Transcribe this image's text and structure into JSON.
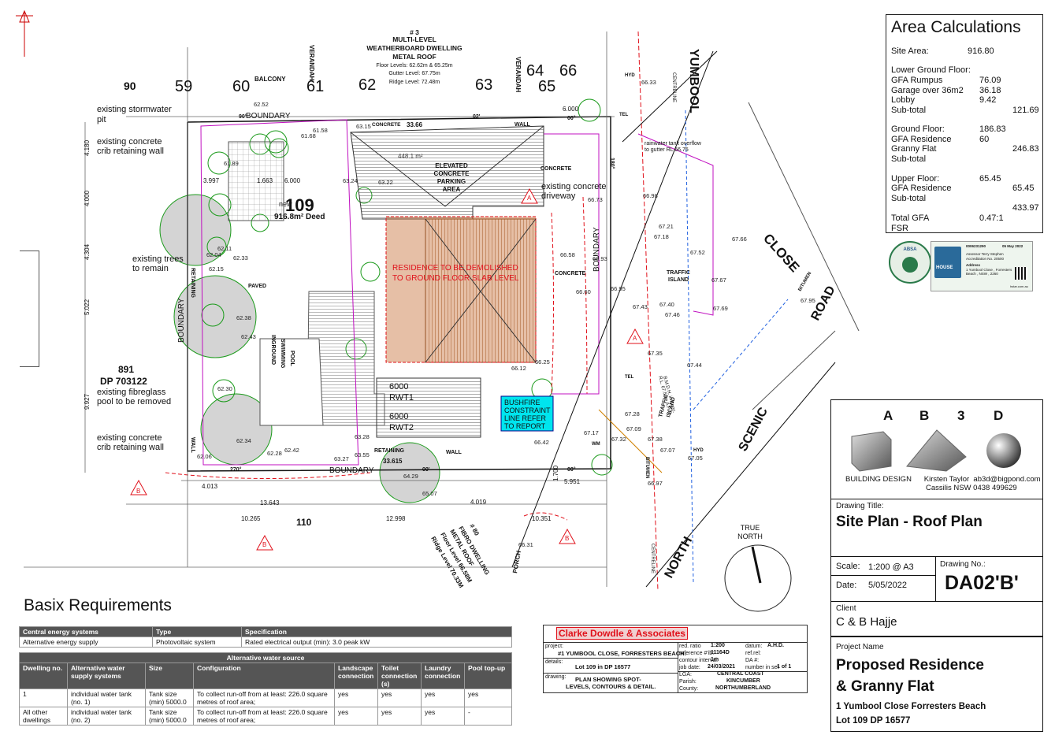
{
  "colors": {
    "demolish": "#c8703a",
    "bushfire": "#00e5ee",
    "accent_red": "#e0101a",
    "tree": "#1a9a1a"
  },
  "plan": {
    "lot_number": "109",
    "lot_deed": "916.8m² Deed",
    "new_label": "new",
    "lot_neighbour": "891",
    "dp_neighbour": "DP 703122",
    "lot_59": "59",
    "lot_60": "60",
    "lot_61": "61",
    "lot_62": "62",
    "lot_63": "63",
    "lot_64": "64",
    "lot_65": "65",
    "lot_66": "66",
    "lot_90": "90",
    "lot_110": "110",
    "neighbour_title": [
      "# 3",
      "MULTI-LEVEL",
      "WEATHERBOARD DWELLING",
      "METAL ROOF"
    ],
    "neighbour_levels": [
      "Floor Levels: 62.62m & 65.25m",
      "Gutter Level: 67.75m",
      "Ridge Level: 72.48m"
    ],
    "balcony": "BALCONY",
    "verandah": "VERANDAH",
    "boundary": "BOUNDARY",
    "concrete": "CONCRETE",
    "elevated_parking": [
      "ELEVATED",
      "CONCRETE",
      "PARKING",
      "AREA"
    ],
    "area_448": "448.1 m²",
    "demolish_note": [
      "RESIDENCE TO BE DEMOLISHED",
      "TO GROUND FLOOR SLAB LEVEL"
    ],
    "paved": "PAVED",
    "pool": [
      "INGROUND",
      "SWIMMING",
      "POOL"
    ],
    "retaining": "RETAINING",
    "wall": "WALL",
    "rwt1": [
      "6000",
      "RWT1"
    ],
    "rwt2": [
      "6000",
      "RWT2"
    ],
    "bushfire_note": [
      "BUSHFIRE",
      "CONSTRAINT",
      "LINE REFER",
      "TO REPORT"
    ],
    "notes": {
      "stormwater": [
        "existing stormwater",
        "pit"
      ],
      "crib_top": [
        "existing concrete",
        "crib retaining wall"
      ],
      "trees": [
        "existing trees",
        "to remain"
      ],
      "fibreglass": [
        "existing fibreglass",
        "pool to be removed"
      ],
      "crib_bottom": [
        "existing concrete",
        "crib retaining wall"
      ],
      "driveway": [
        "existing concrete",
        "driveway"
      ],
      "rainwater": [
        "rainwater tank overflow",
        "to gutter RL 66.75"
      ]
    },
    "traffic_island": [
      "TRAFFIC",
      "ISLAND"
    ],
    "traffic_island2": [
      "TRAFFIC",
      "ISLAND"
    ],
    "road_yumbool": "YUMBOOL",
    "road_close": "CLOSE",
    "road_road": "ROAD",
    "road_scenic": "SCENIC",
    "road_north": "NORTH",
    "centreline": "CENTRELINE",
    "bitumen": "BITUMEN",
    "hyd": "HYD",
    "tel": "TEL",
    "wm": "WM",
    "fibro_note": [
      "# 80",
      "FIBRO DWELLING",
      "METAL ROOF",
      "Floor Level 66.58M",
      "Ridge Level 70.33M"
    ],
    "porch": "PORCH",
    "true_north": [
      "TRUE",
      "NORTH"
    ],
    "dims": [
      "4.180",
      "4.000",
      "4.304",
      "5.022",
      "9.927",
      "3.997",
      "1.663",
      "6.000",
      "4.013",
      "13.643",
      "10.265",
      "12.998",
      "10.351",
      "4.019",
      "5.951",
      "1.700",
      "33.615",
      "33.66",
      "6.000"
    ],
    "levels": [
      "62.52",
      "61.58",
      "61.68",
      "61.89",
      "62.04",
      "62.11",
      "62.15",
      "62.33",
      "62.38",
      "62.43",
      "62.30",
      "62.06",
      "62.34",
      "62.28",
      "62.42",
      "63.27",
      "63.15",
      "63.22",
      "63.24",
      "63.28",
      "63.55",
      "64.29",
      "65.07",
      "66.12",
      "66.25",
      "66.33",
      "66.58",
      "66.60",
      "66.73",
      "66.98",
      "67.17",
      "67.18",
      "67.21",
      "67.52",
      "67.67",
      "67.66",
      "67.95",
      "67.40",
      "67.46",
      "67.69",
      "67.35",
      "67.44",
      "67.28",
      "67.07",
      "67.05",
      "66.97",
      "66.42",
      "66.31",
      "66.93",
      "66.95",
      "67.43",
      "67.32",
      "67.09",
      "67.38"
    ],
    "bearings": [
      "90°",
      "00°",
      "00'",
      "270°",
      "02'",
      "180°",
      "00°"
    ],
    "bm_note": [
      "B.M.D.H. in Conc.",
      "R.L. 67.58m A.H.D."
    ],
    "section_a": "A",
    "section_b": "B"
  },
  "area_calc": {
    "title": "Area Calculations",
    "site_area_label": "Site Area:",
    "site_area": "916.80",
    "lower_label": "Lower Ground Floor:",
    "gfa_rumpus_label": "GFA Rumpus",
    "gfa_rumpus": "76.09",
    "garage_label": "Garage over 36m2",
    "garage": "36.18",
    "lobby_label": "Lobby",
    "lobby": "9.42",
    "subtotal_label": "Sub-total",
    "lower_subtotal": "121.69",
    "ground_label": "Ground Floor:",
    "ground": "186.83",
    "gfa_res_label": "GFA Residence",
    "ground_gfa_res": "60",
    "granny_label": "Granny Flat",
    "ground_subtotal": "246.83",
    "upper_label": "Upper Floor:",
    "upper": "65.45",
    "upper_gfa_res": "65.45",
    "upper_subtotal": "433.97",
    "total_gfa_label": "Total GFA",
    "total_gfa": "0.47:1",
    "fsr_label": "FSR"
  },
  "certs": {
    "abs_label": "ABSA",
    "house_id": "0006231290",
    "house_date": "05 May 2022",
    "house_assessor": "Assessor Terry Stephen",
    "house_accred": "Accreditation No. 20500",
    "house_address_label": "Address",
    "house_address": "1 Yumbool Close , Forresters Beach , NSW , 2260",
    "house_word": "HOUSE",
    "house_site": "hstar.com.au"
  },
  "title_block": {
    "logo_letters": [
      "A",
      "B",
      "3",
      "D"
    ],
    "company_line1": "BUILDING DESIGN      Kirsten Taylor  ab3d@bigpond.com",
    "company_line2": "Cassilis NSW   0438 499629",
    "drawing_title_label": "Drawing Title:",
    "drawing_title": "Site Plan - Roof Plan",
    "scale_label": "Scale:",
    "scale": "1:200 @ A3",
    "drawing_no_label": "Drawing No.:",
    "drawing_no": "DA02'B'",
    "date_label": "Date:",
    "date": "5/05/2022",
    "client_label": "Client",
    "client": "C & B Hajje",
    "project_label": "Project Name",
    "project_name_1": "Proposed Residence",
    "project_name_2": "& Granny Flat",
    "project_address": "1 Yumbool Close Forresters Beach",
    "project_lot": "Lot 109 DP 16577"
  },
  "basix": {
    "title": "Basix Requirements",
    "energy_headers": [
      "Central energy systems",
      "Type",
      "Specification"
    ],
    "energy_row": [
      "Alternative energy supply",
      "Photovoltaic system",
      "Rated electrical output (min): 3.0 peak kW"
    ],
    "water_header": "Alternative water source",
    "water_headers": [
      "Dwelling no.",
      "Alternative water supply systems",
      "Size",
      "Configuration",
      "Landscape connection",
      "Toilet connection (s)",
      "Laundry connection",
      "Pool top-up"
    ],
    "water_rows": [
      [
        "1",
        "individual water tank (no. 1)",
        "Tank size (min) 5000.0",
        "To collect run-off from at least: 226.0 square metres of roof area;",
        "yes",
        "yes",
        "yes",
        "yes"
      ],
      [
        "All other dwellings",
        "individual water tank (no. 2)",
        "Tank size (min) 5000.0",
        "To collect run-off from at least: 226.0 square metres of roof area;",
        "yes",
        "yes",
        "yes",
        "-"
      ]
    ]
  },
  "surveyor": {
    "firm": "Clarke Dowdle & Associates",
    "project_label": "project:",
    "project": "#1 YUMBOOL CLOSE, FORRESTERS BEACH.",
    "details_label": "details:",
    "details": "Lot 109 in DP 16577",
    "drawing_label": "drawing:",
    "drawing": [
      "PLAN SHOWING SPOT-",
      "LEVELS, CONTOURS & DETAIL."
    ],
    "scale_label": "red. ratio",
    "scale": "1:200",
    "ref_label": "reference #'ib:",
    "ref": "11164D",
    "contour_label": "contour interval:",
    "contour": "1m",
    "job_label": "job date:",
    "job": "24/03/2021",
    "datum_label": "datum:",
    "datum": "A.H.D.",
    "ref2_label": "ref.rel:",
    "da_label": "DA #:",
    "sheet_label": "number in set",
    "sheet": "1 of 1",
    "lga_label": "LGA:",
    "lga": "CENTRAL COAST",
    "parish_label": "Parish:",
    "parish": "KINCUMBER",
    "county_label": "County:",
    "county": "NORTHUMBERLAND"
  }
}
